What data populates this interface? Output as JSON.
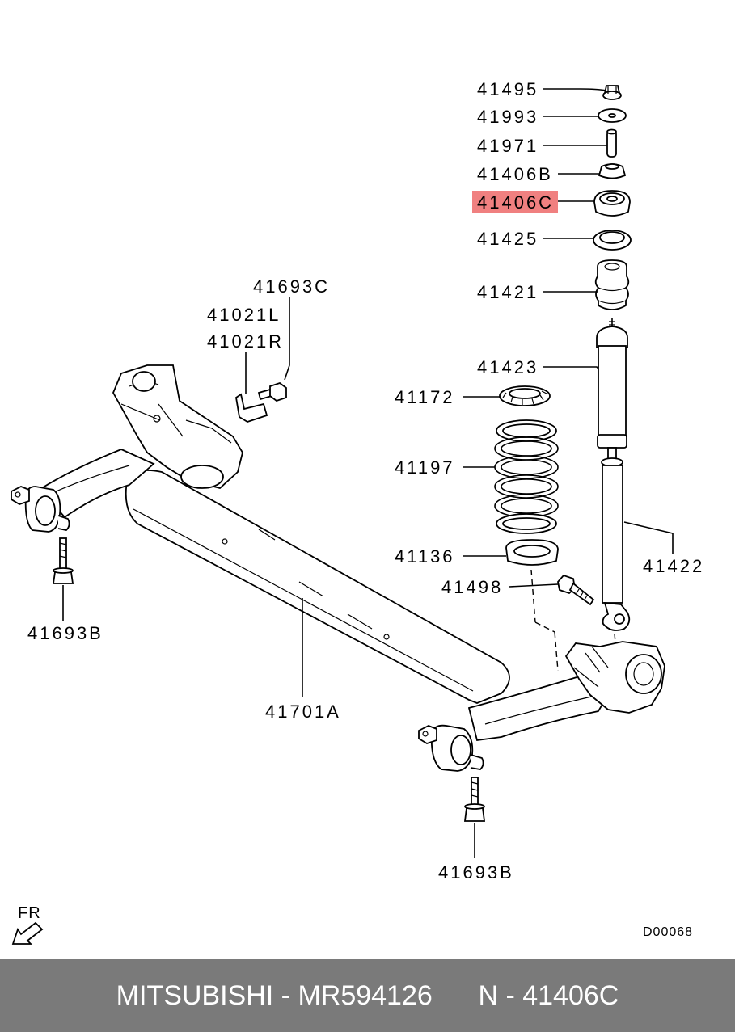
{
  "labels": {
    "p41495": "41495",
    "p41993": "41993",
    "p41971": "41971",
    "p41406B": "41406B",
    "p41406C": "41406C",
    "p41425": "41425",
    "p41421": "41421",
    "p41423": "41423",
    "p41172": "41172",
    "p41197": "41197",
    "p41136": "41136",
    "p41498": "41498",
    "p41422": "41422",
    "p41693C": "41693C",
    "p41021L": "41021L",
    "p41021R": "41021R",
    "p41693B_left": "41693B",
    "p41693B_right": "41693B",
    "p41701A": "41701A"
  },
  "highlight": {
    "part": "41406C",
    "color": "#f08080"
  },
  "direction": {
    "label": "FR"
  },
  "drawing_code": "D00068",
  "footer": {
    "text": "MITSUBISHI - MR594126      N - 41406C",
    "background": "#7a7a7a"
  }
}
